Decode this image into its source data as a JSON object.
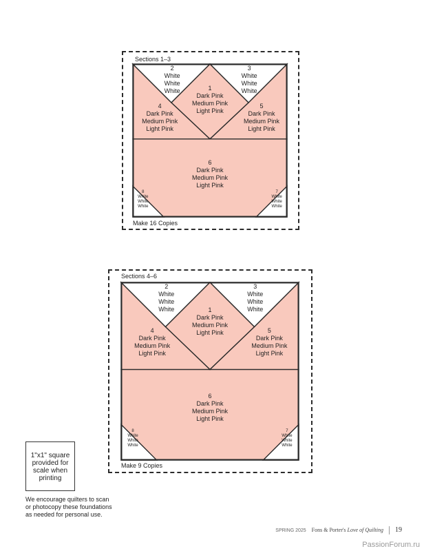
{
  "colors": {
    "pink": "#f9c9bd",
    "white": "#ffffff",
    "line": "#2b2b2b"
  },
  "block1": {
    "section_label": "Sections 1–3",
    "copies": "Make 16 Copies",
    "p1": [
      "1",
      "Dark Pink",
      "Medium Pink",
      "Light Pink"
    ],
    "p2": [
      "2",
      "White",
      "White",
      "White"
    ],
    "p3": [
      "3",
      "White",
      "White",
      "White"
    ],
    "p4": [
      "4",
      "Dark Pink",
      "Medium Pink",
      "Light Pink"
    ],
    "p5": [
      "5",
      "Dark Pink",
      "Medium Pink",
      "Light Pink"
    ],
    "p6": [
      "6",
      "Dark Pink",
      "Medium Pink",
      "Light Pink"
    ],
    "p7": [
      "7",
      "White",
      "White",
      "White"
    ],
    "p8": [
      "8",
      "White",
      "White",
      "White"
    ]
  },
  "block2": {
    "section_label": "Sections 4–6",
    "copies": "Make 9 Copies",
    "p1": [
      "1",
      "Dark Pink",
      "Medium Pink",
      "Light Pink"
    ],
    "p2": [
      "2",
      "White",
      "White",
      "White"
    ],
    "p3": [
      "3",
      "White",
      "White",
      "White"
    ],
    "p4": [
      "4",
      "Dark Pink",
      "Medium Pink",
      "Light Pink"
    ],
    "p5": [
      "5",
      "Dark Pink",
      "Medium Pink",
      "Light Pink"
    ],
    "p6": [
      "6",
      "Dark Pink",
      "Medium Pink",
      "Light Pink"
    ],
    "p7": [
      "7",
      "White",
      "White",
      "White"
    ],
    "p8": [
      "8",
      "White",
      "White",
      "White"
    ]
  },
  "scale_square": [
    "1\"x1\" square",
    "provided for",
    "scale when",
    "printing"
  ],
  "note": [
    "We encourage quilters to scan",
    "or photocopy these foundations",
    "as needed for personal use."
  ],
  "footer": {
    "season": "SPRING 2025",
    "magazine_prefix": "Fons & Porter's ",
    "magazine_italic": "Love of Quilting",
    "page_number": "19"
  },
  "watermark": "PassionForum.ru"
}
